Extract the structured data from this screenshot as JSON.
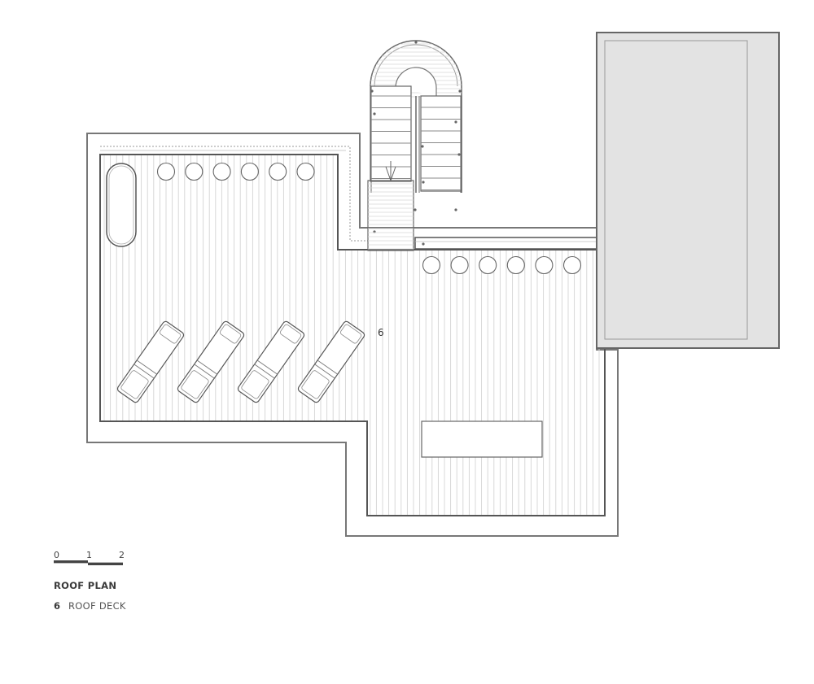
{
  "scale": {
    "labels": [
      "0",
      "1",
      "2"
    ]
  },
  "title": "ROOF PLAN",
  "legend": [
    {
      "number": "6",
      "label": "ROOF DECK"
    }
  ],
  "room_tag": "6",
  "colors": {
    "line": "#666666",
    "thin_line": "#9a9a9a",
    "plank": "#d4d4d4",
    "adjacent_roof_fill": "#e3e3e3"
  },
  "plan_contents": {
    "deck_planking": "vertical boards",
    "stools_upper_row": 6,
    "stools_right_row": 6,
    "lounge_chairs": 4,
    "planter": 1,
    "bench": 1,
    "stair": "curved return stair with landing"
  }
}
